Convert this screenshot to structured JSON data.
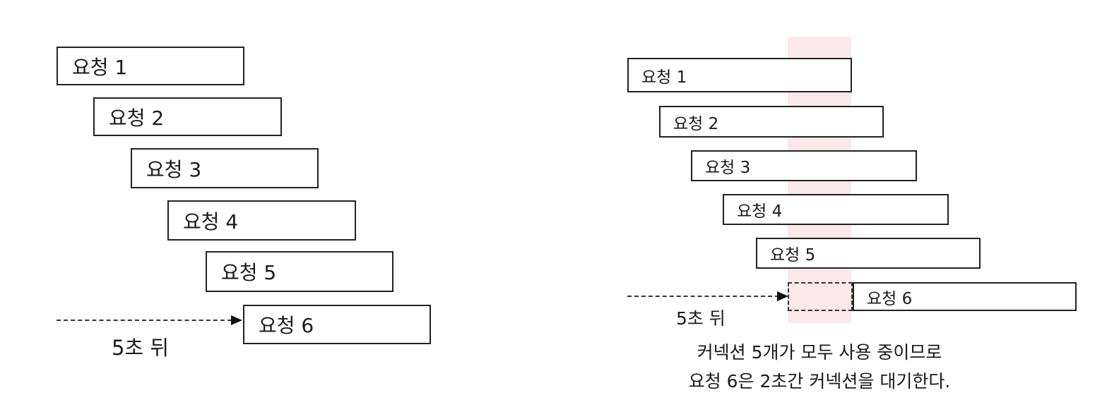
{
  "left": {
    "requests": [
      "요청 1",
      "요청 2",
      "요청 3",
      "요청 4",
      "요청 5",
      "요청 6"
    ],
    "delay_label": "5초 뒤"
  },
  "right": {
    "requests": [
      "요청 1",
      "요청 2",
      "요청 3",
      "요청 4",
      "요청 5",
      "요청 6"
    ],
    "delay_label": "5초 뒤",
    "caption_line1": "커넥션 5개가 모두 사용 중이므로",
    "caption_line2": "요청 6은 2초간 커넥션을 대기한다.",
    "highlight_color": "#fbe8ea"
  }
}
